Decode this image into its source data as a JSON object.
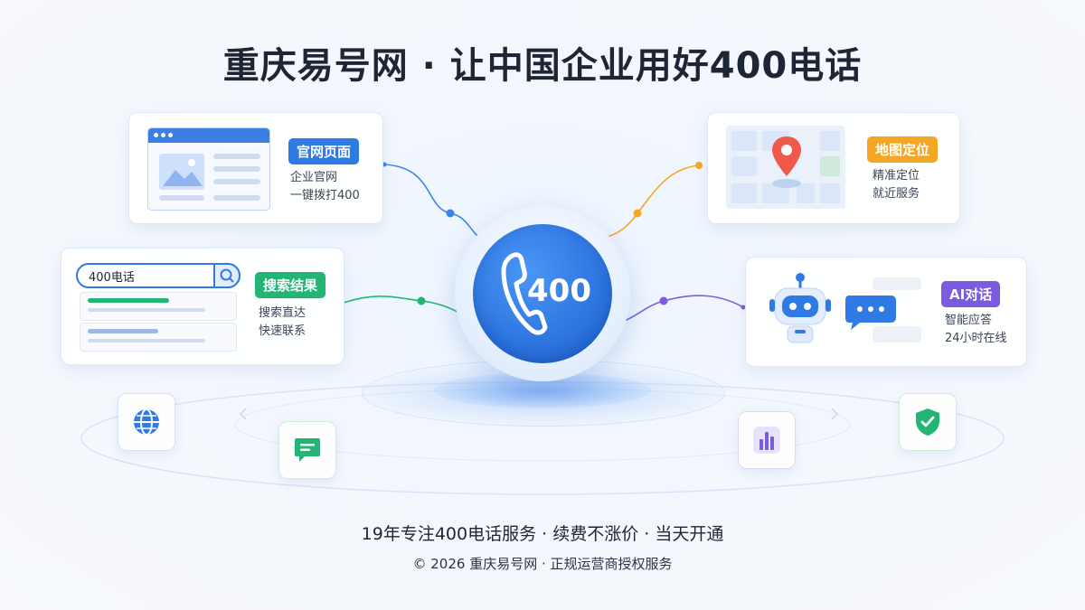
{
  "header": {
    "title": "重庆易号网 · 让中国企业用好400电话"
  },
  "center": {
    "label": "400"
  },
  "cards": {
    "website": {
      "tag": "官网页面",
      "line1": "企业官网",
      "line2": "一键拨打400"
    },
    "search": {
      "query": "400电话",
      "tag": "搜索结果",
      "line1": "搜索直达",
      "line2": "快速联系"
    },
    "map": {
      "tag": "地图定位",
      "line1": "精准定位",
      "line2": "就近服务"
    },
    "ai": {
      "tag": "AI对话",
      "line1": "智能应答",
      "line2": "24小时在线"
    }
  },
  "footer": {
    "tagline": "19年专注400电话服务 · 续费不涨价 · 当天开通",
    "copyright": "© 2026 重庆易号网 · 正规运营商授权服务"
  },
  "colors": {
    "blue": "#2f7ae5",
    "green": "#22b573",
    "orange": "#f5a623",
    "purple": "#7b5ce0"
  },
  "icons": [
    "globe-icon",
    "chat-icon",
    "bar-chart-icon",
    "shield-check-icon"
  ]
}
